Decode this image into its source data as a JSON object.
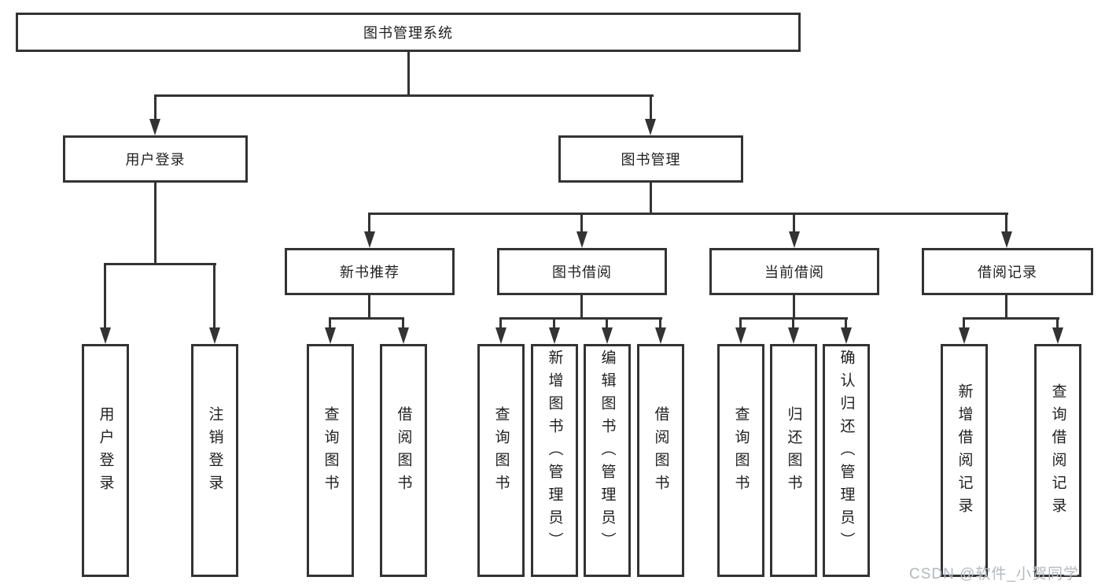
{
  "nodes": {
    "root": "图书管理系统",
    "level2": {
      "user_login": "用户登录",
      "book_management": "图书管理"
    },
    "level3": {
      "new_book_recommend": "新书推荐",
      "book_borrowing": "图书借阅",
      "current_borrowing": "当前借阅",
      "borrowing_records": "借阅记录"
    },
    "leaves": {
      "user_login": [
        "用户登录",
        "注销登录"
      ],
      "new_book_recommend": [
        "查询图书",
        "借阅图书"
      ],
      "book_borrowing": [
        "查询图书",
        "新增图书（管理员）",
        "编辑图书（管理员）",
        "借阅图书"
      ],
      "current_borrowing": [
        "查询图书",
        "归还图书",
        "确认归还（管理员）"
      ],
      "borrowing_records": [
        "新增借阅记录",
        "查询借阅记录"
      ]
    }
  },
  "watermark": "CSDN @软件_小贺同学",
  "colors": {
    "line": "#333333",
    "text": "#1f1f1f",
    "watermark": "#b4b8bd",
    "background": "#ffffff"
  }
}
